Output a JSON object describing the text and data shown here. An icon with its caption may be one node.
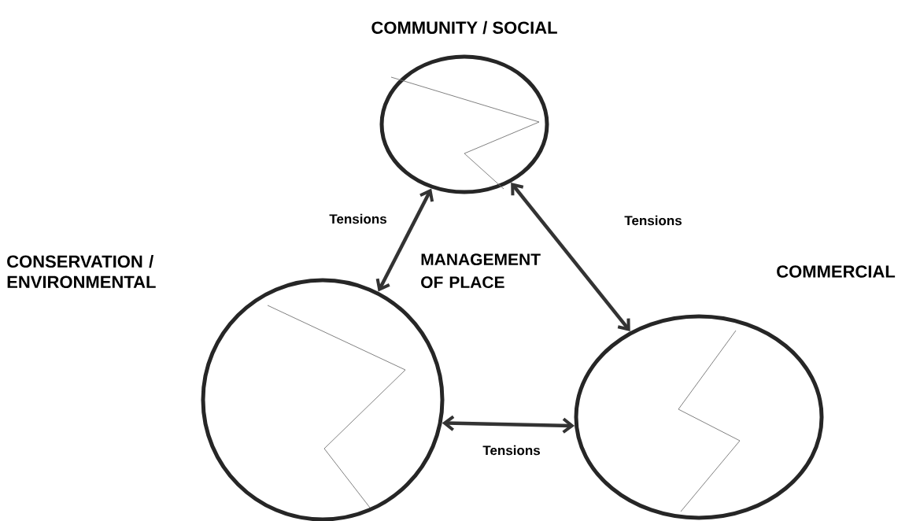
{
  "diagram": {
    "nodes": [
      {
        "text": [
          "COMMUNITY / SOCIAL"
        ]
      },
      {
        "text": [
          "CONSERVATION / ENVIRONMENTAL"
        ]
      },
      {
        "text": [
          "COMMERCIAL"
        ]
      }
    ],
    "edges": [
      {
        "from": 0,
        "to": 1,
        "arrow": "both",
        "label": "Tensions"
      },
      {
        "from": 0,
        "to": 2,
        "arrow": "both",
        "label": "Tensions"
      },
      {
        "from": 1,
        "to": 2,
        "arrow": "both",
        "label": "Tensions"
      }
    ],
    "labels": [
      "MANAGEMENT OF PLACE"
    ]
  }
}
